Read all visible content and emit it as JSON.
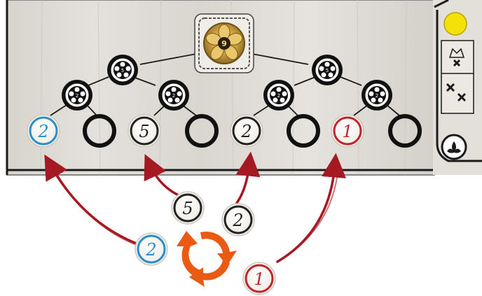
{
  "board": {
    "top_node": {
      "value": "9"
    },
    "level2": [
      {
        "value": "5"
      },
      {
        "value": "5"
      }
    ],
    "level3": [
      {
        "value": "2"
      },
      {
        "value": "2"
      },
      {
        "value": "2"
      },
      {
        "value": "2"
      }
    ],
    "slots": [
      {
        "value": "2",
        "style": "blue"
      },
      {
        "value": "",
        "style": "empty"
      },
      {
        "value": "5",
        "style": "dark"
      },
      {
        "value": "",
        "style": "empty"
      },
      {
        "value": "2",
        "style": "dark"
      },
      {
        "value": "",
        "style": "empty"
      },
      {
        "value": "1",
        "style": "red"
      },
      {
        "value": "",
        "style": "empty"
      }
    ]
  },
  "side_panel": {
    "token_color": "#f5e10a",
    "icons": [
      "crown-x-icon",
      "double-x-icon",
      "lotus-icon"
    ]
  },
  "tokens": [
    {
      "value": "5",
      "style": "dark"
    },
    {
      "value": "2",
      "style": "dark"
    },
    {
      "value": "2",
      "style": "blue"
    },
    {
      "value": "1",
      "style": "red"
    }
  ],
  "colors": {
    "blue": "#2a8fc9",
    "red": "#c0252b",
    "dark": "#222222",
    "orange": "#ea5a12",
    "arrow": "#a51a22",
    "gold": "#c79a3a"
  }
}
